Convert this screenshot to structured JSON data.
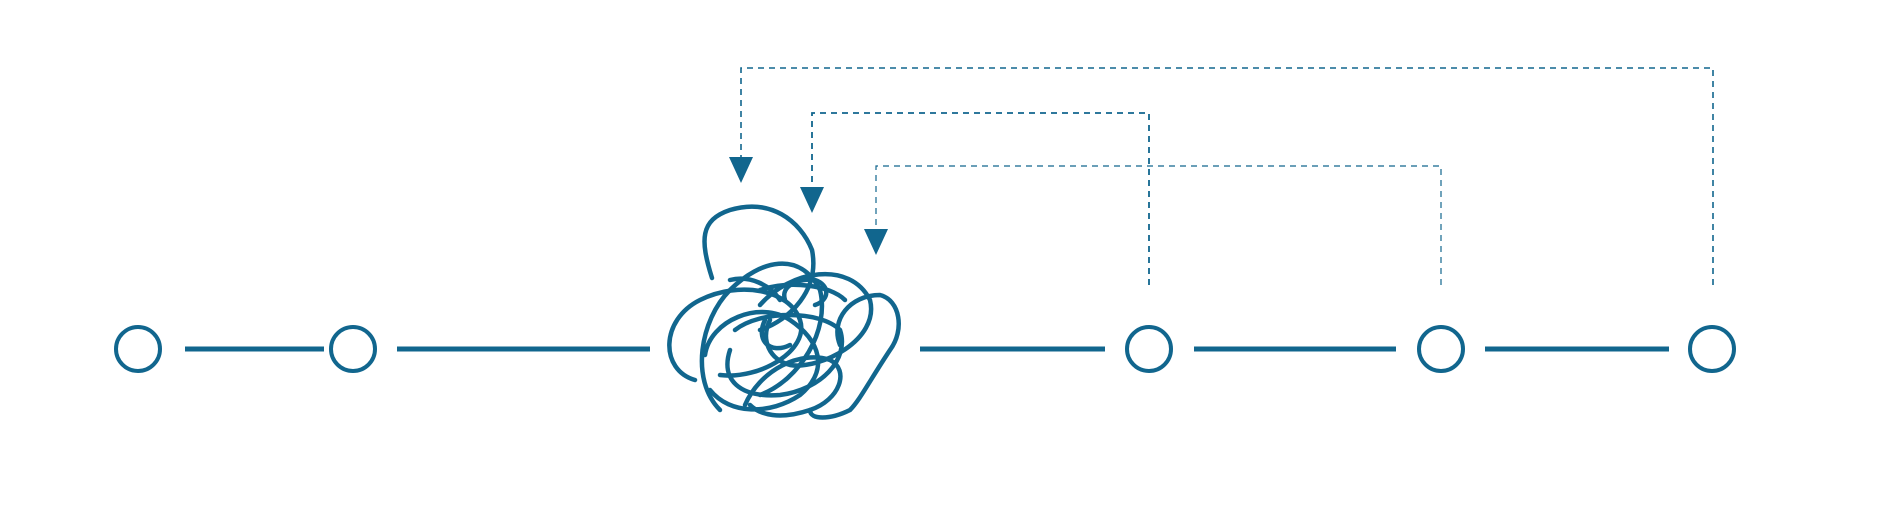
{
  "diagram": {
    "accent_color": "#11668e",
    "node_count": 5,
    "tangle_position_index": 2,
    "feedback_loops": 3
  }
}
